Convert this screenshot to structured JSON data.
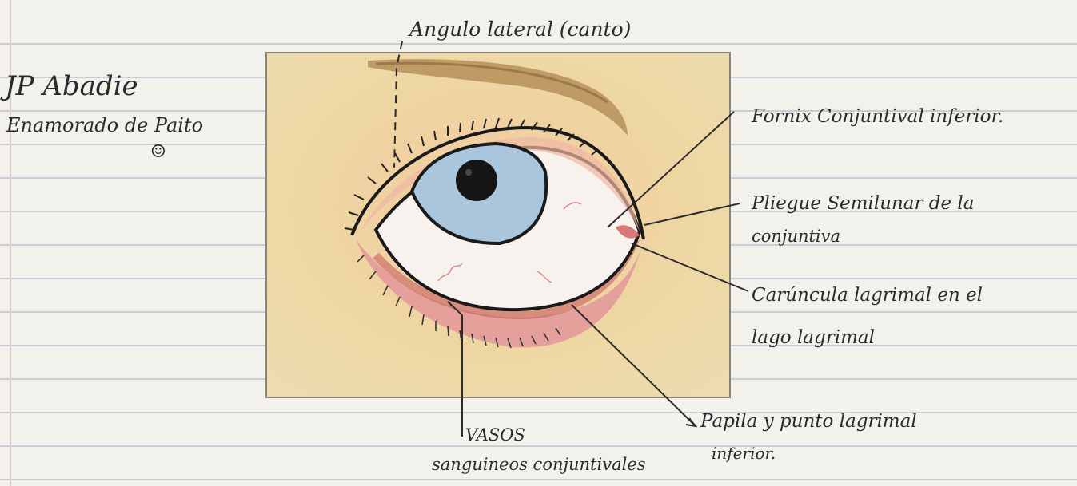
{
  "author": {
    "name": "JP Abadie",
    "note": "Enamorado de Paito",
    "smiley": "☺"
  },
  "labels": {
    "angle": "Angulo lateral (canto)",
    "fornix": "Fornix Conjuntival inferior.",
    "pliegue_line1": "Pliegue Semilunar de la",
    "pliegue_line2": "conjuntiva",
    "caruncula_line1": "Carúncula lagrimal en el",
    "caruncula_line2": "lago lagrimal",
    "papila_line1": "Papila y punto lagrimal",
    "papila_line2": "inferior.",
    "vasos_line1": "VASOS",
    "vasos_line2": "sanguineos conjuntivales"
  },
  "colors": {
    "skin": "#eed9a6",
    "skin_warm": "#f1c79a",
    "iris": "#a9c6dd",
    "pupil": "#151515",
    "lid_pink": "#e49a9a",
    "lid_red": "#d46d6d",
    "brow": "#b08a55",
    "ink": "#2b2b2b"
  }
}
